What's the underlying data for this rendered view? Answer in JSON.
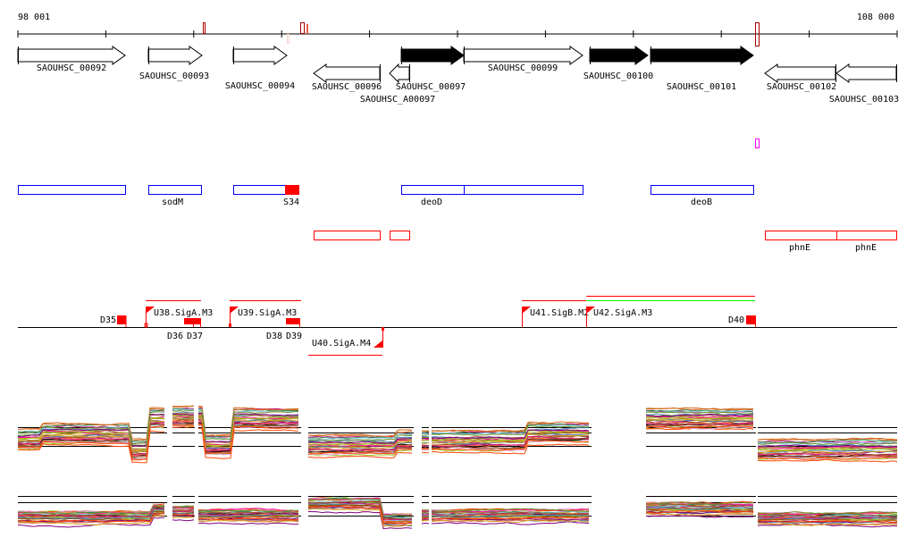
{
  "ruler": {
    "start_label": "98 001",
    "end_label": "108 000"
  },
  "genes": [
    {
      "id": "SAOUHSC_00092",
      "strand": "+",
      "filled": false
    },
    {
      "id": "SAOUHSC_00093",
      "strand": "+",
      "filled": false
    },
    {
      "id": "SAOUHSC_00094",
      "strand": "+",
      "filled": false
    },
    {
      "id": "SAOUHSC_00096",
      "strand": "-",
      "filled": false
    },
    {
      "id": "SAOUHSC_A00097",
      "strand": "-",
      "filled": false
    },
    {
      "id": "SAOUHSC_00097",
      "strand": "+",
      "filled": true
    },
    {
      "id": "SAOUHSC_00099",
      "strand": "+",
      "filled": false
    },
    {
      "id": "SAOUHSC_00100",
      "strand": "+",
      "filled": true
    },
    {
      "id": "SAOUHSC_00101",
      "strand": "+",
      "filled": true
    },
    {
      "id": "SAOUHSC_00102",
      "strand": "-",
      "filled": false
    },
    {
      "id": "SAOUHSC_00103",
      "strand": "-",
      "filled": false
    }
  ],
  "annotations_blue": [
    "sodM",
    "S34",
    "deoD",
    "deoB"
  ],
  "annotations_red": [
    "phnE",
    "phnE"
  ],
  "features": {
    "D35": "D35",
    "U38": "U38.SigA.M3",
    "D36": "D36",
    "D37": "D37",
    "U39": "U39.SigA.M3",
    "D38": "D38",
    "D39": "D39",
    "U40": "U40.SigA.M4",
    "U41": "U41.SigB.M2",
    "U42": "U42.SigA.M3",
    "D40": "D40"
  },
  "colors": {
    "feature_red": "#ff0000",
    "blue": "#0000ff",
    "green": "#00ff00",
    "magenta": "#ff00ff",
    "dark_red": "#aa0000"
  }
}
